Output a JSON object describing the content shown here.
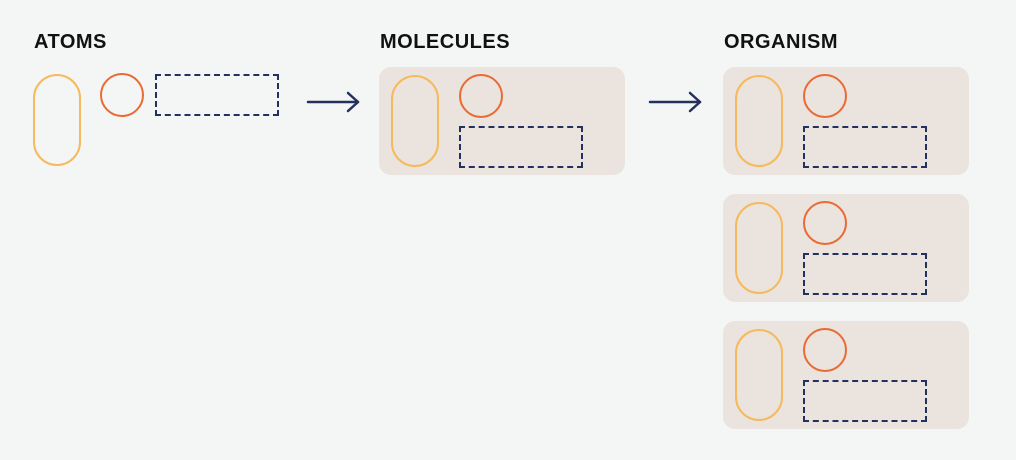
{
  "headings": {
    "atoms": "ATOMS",
    "molecules": "MOLECULES",
    "organism": "ORGANISM"
  },
  "colors": {
    "background": "#f4f6f5",
    "card": "#ebe3dd",
    "pill_outline": "#f6b95c",
    "circle_outline": "#e96a33",
    "dashed_outline": "#24305e",
    "arrow": "#24305e",
    "heading_text": "#111111"
  },
  "icons": {
    "arrow": "arrow-right-icon",
    "pill": "pill-shape",
    "circle": "circle-shape",
    "dashbox": "dashed-rectangle-shape"
  }
}
